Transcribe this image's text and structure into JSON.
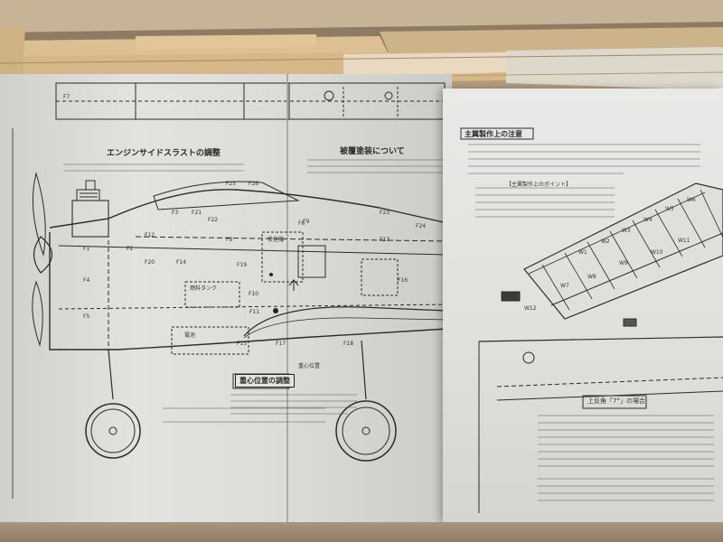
{
  "labels": {
    "engine_side_thrust": "エンジンサイドスラストの調整",
    "covering_paint": "被覆塗装について",
    "cg_adjust": "重心位置の調整",
    "cg_mark": "重心位置",
    "fuel_tank": "燃料タンク",
    "receiver": "受信機",
    "battery": "電池",
    "main_wing_note": "主翼製作上の注意",
    "main_wing_points": "【主翼製作上のポイント】",
    "dihedral": "上反角「7°」の場合"
  },
  "parts": [
    "F1",
    "F2",
    "F3",
    "F4",
    "F5",
    "F6",
    "F7",
    "F8",
    "F9",
    "F10",
    "F11",
    "F12",
    "F13",
    "F14",
    "F15",
    "F16",
    "F17",
    "F18",
    "F19",
    "F20",
    "F21",
    "F22",
    "F23",
    "F24",
    "F25",
    "F26",
    "W1",
    "W2",
    "W3",
    "W4",
    "W5",
    "W6",
    "W7",
    "W8",
    "W9",
    "W10",
    "W11",
    "W12"
  ],
  "colors": {
    "paper": "#e2e3df",
    "ink": "#2a2a2a",
    "balsa": "#d9b98c",
    "box": "#b7a27f"
  }
}
